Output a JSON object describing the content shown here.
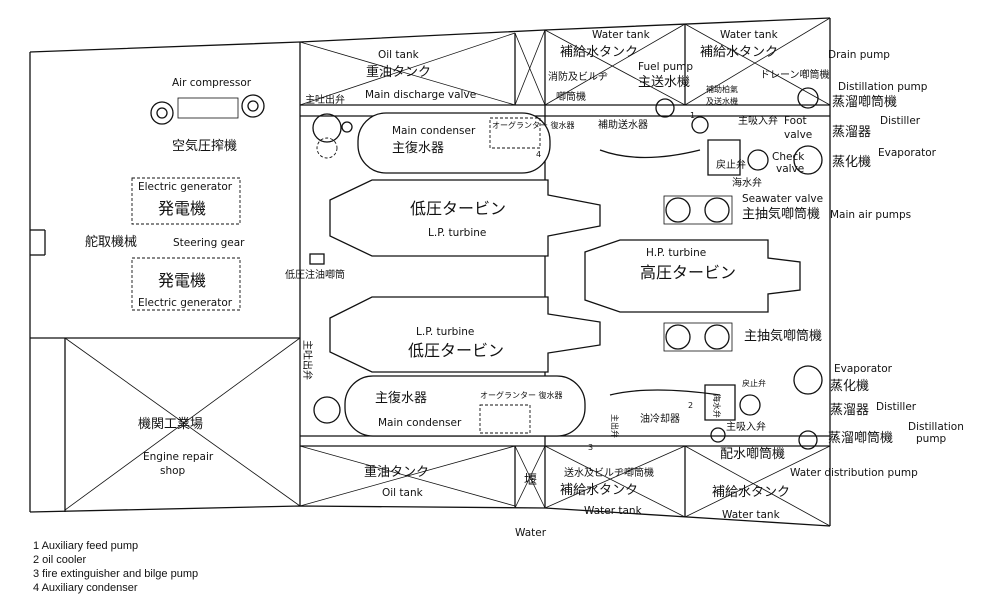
{
  "labels": {
    "air_compressor_en": "Air compressor",
    "air_compressor_jp": "空気圧搾機",
    "elec_gen_en": "Electric generator",
    "elec_gen_jp": "発電機",
    "elec_gen2_jp": "発電機",
    "elec_gen2_en": "Electric generator",
    "steering_jp": "舵取機械",
    "steering_en": "Steering gear",
    "engine_shop_jp": "機関工業場",
    "engine_shop_en1": "Engine repair",
    "engine_shop_en2": "shop",
    "oil_tank_top_en": "Oil tank",
    "oil_tank_top_jp": "重油タンク",
    "main_discharge_jp": "主吐出弁",
    "main_discharge_en": "Main discharge valve",
    "main_condenser_top_en": "Main condenser",
    "main_condenser_top_jp": "主復水器",
    "aux_condenser_top_jp": "オーグランター 復水器",
    "lp_turbine_top_jp": "低圧タービン",
    "lp_turbine_top_en": "L.P. turbine",
    "lp_oil_pump_jp": "低圧注油喞筒",
    "hp_turbine_en": "H.P. turbine",
    "hp_turbine_jp": "高圧タービン",
    "lp_turbine_bot_en": "L.P. turbine",
    "lp_turbine_bot_jp": "低圧タービン",
    "main_discharge_bot_jp": "主吐出弁",
    "main_condenser_bot_jp": "主復水器",
    "main_condenser_bot_en": "Main condenser",
    "aux_condenser_bot_jp": "オーグランター 復水器",
    "oil_tank_bot_jp": "重油タンク",
    "oil_tank_bot_en": "Oil tank",
    "water_tank_1_en": "Water tank",
    "water_tank_1_jp": "補給水タンク",
    "water_tank_2_en": "Water tank",
    "water_tank_2_jp": "補給水タンク",
    "fire_bilge_jp": "消防及ビルヂ",
    "fire_bilge_jp2": "喞筒機",
    "fuel_pump_en": "Fuel pump",
    "fuel_pump_jp": "主送水機",
    "aux_feed_jp": "補助送水器",
    "aux_pump_jp": "補助柏氣",
    "aux_pump_jp2": "及送水機",
    "drain_pump_en": "Drain pump",
    "drain_pump_jp": "ドレーン喞筒機",
    "distillation_pump_en": "Distillation pump",
    "distillation_pump_jp": "蒸溜喞筒機",
    "distiller_en": "Distiller",
    "distiller_jp": "蒸溜器",
    "evaporator_en": "Evaporator",
    "evaporator_jp": "蒸化機",
    "main_suction_jp": "主吸入弁",
    "foot_valve_en": "Foot",
    "foot_valve_en2": "valve",
    "check_valve_jp": "戻止弁",
    "check_valve_en": "Check",
    "check_valve_en2": "valve",
    "seawater_jp": "海水弁",
    "seawater_en": "Seawater valve",
    "main_air_jp": "主抽気喞筒機",
    "main_air_en": "Main air pumps",
    "main_air_bot_jp": "主抽気喞筒機",
    "evaporator_bot_en": "Evaporator",
    "evaporator_bot_jp": "蒸化機",
    "distiller_bot_jp": "蒸溜器",
    "distiller_bot_en": "Distiller",
    "distillation_bot_jp": "蒸溜喞筒機",
    "distillation_bot_en": "Distillation",
    "distillation_bot_en2": "pump",
    "oil_cooler_jp": "油冷却器",
    "main_suction_bot_jp": "主吸入弁",
    "main_exit_jp": "主出弁",
    "main_exit_left_jp": "主吐出弁",
    "check_bot_jp": "戻止弁",
    "seawater_bot_jp": "海水弁",
    "fire_bilge_bot_jp": "送水及ビルヂ喞筒機",
    "water_dist_jp": "配水喞筒機",
    "water_dist_en": "Water distribution pump",
    "water_tank_3_jp": "補給水タンク",
    "water_tank_3_en": "Water tank",
    "water_tank_4_jp": "補給水タンク",
    "water_tank_4_en": "Water tank",
    "water_en": "Water",
    "water_jp": "堰",
    "num_1": "1",
    "num_2": "2",
    "num_3": "3",
    "num_4": "4"
  },
  "legend": [
    "1 Auxiliary feed pump",
    "2 oil cooler",
    "3 fire extinguisher and bilge pump",
    "4 Auxiliary condenser"
  ]
}
